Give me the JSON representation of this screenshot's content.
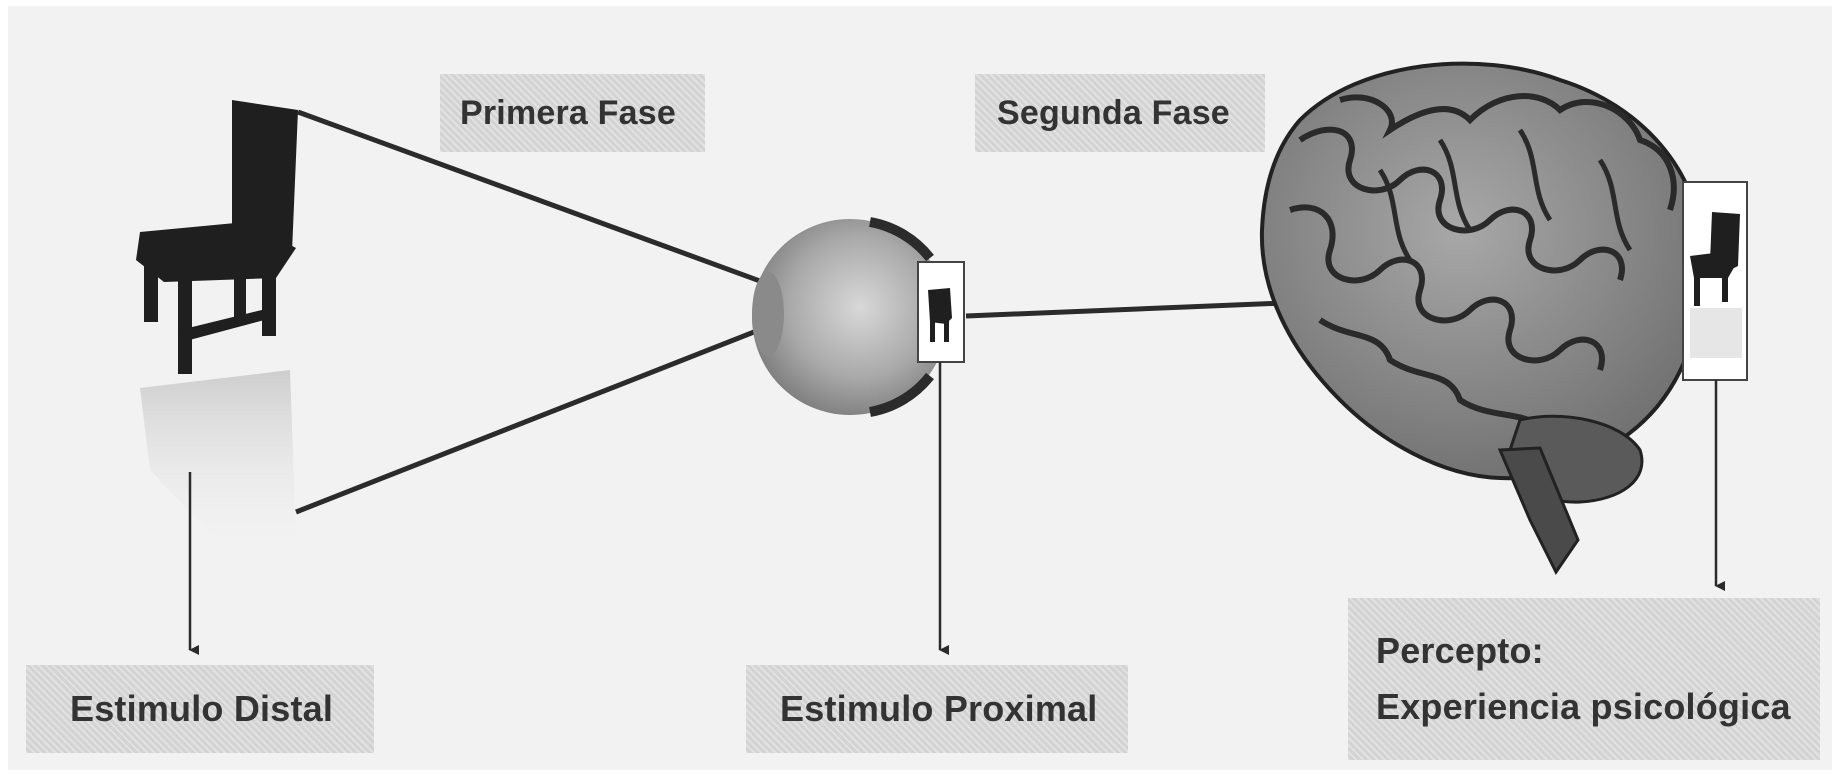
{
  "labels": {
    "primera_fase": "Primera Fase",
    "segunda_fase": "Segunda Fase",
    "estimulo_distal": "Estimulo Distal",
    "estimulo_proximal": "Estimulo Proximal",
    "percepto_line1": "Percepto:",
    "percepto_line2": "Experiencia psicológica"
  },
  "icons": {
    "object": "chair-icon",
    "eye": "eye-icon",
    "brain": "brain-icon"
  },
  "colors": {
    "background": "#f2f2f2",
    "label_fill": "#d3d3d3",
    "label_text": "#333333",
    "lines": "#2b2b2b",
    "chair": "#1f1f1f",
    "brain": "#8a8a8a",
    "eye": "#9a9a9a"
  }
}
